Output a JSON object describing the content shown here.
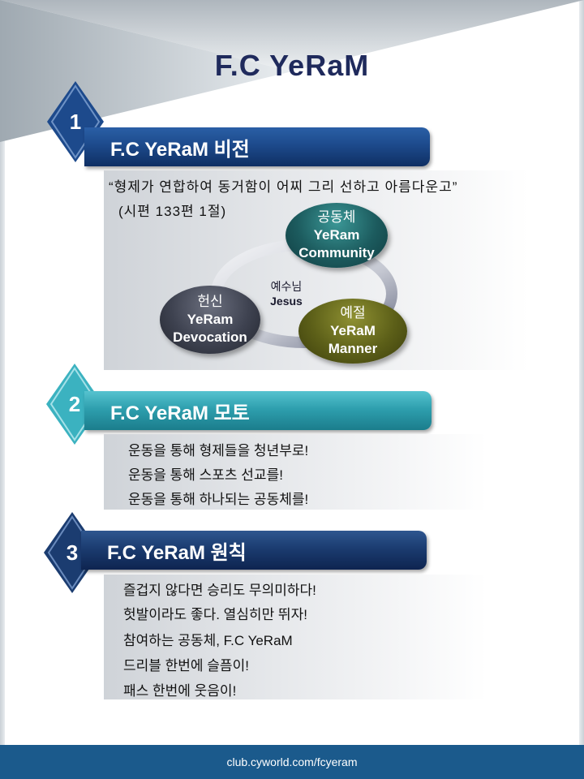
{
  "title": "F.C YeRaM",
  "sections": [
    {
      "number": "1",
      "heading": "F.C YeRaM 비전"
    },
    {
      "number": "2",
      "heading": "F.C YeRaM 모토"
    },
    {
      "number": "3",
      "heading": "F.C YeRaM 원칙"
    }
  ],
  "vision": {
    "quote_line1": "“형제가 연합하여 동거함이 어찌 그리 선하고 아름다운고”",
    "quote_line2": "(시편 133편 1절)",
    "center": {
      "ko": "예수님",
      "en": "Jesus"
    },
    "circles": [
      {
        "ko": "공동체",
        "en1": "YeRam",
        "en2": "Community"
      },
      {
        "ko": "헌신",
        "en1": "YeRam",
        "en2": "Devocation"
      },
      {
        "ko": "예절",
        "en1": "YeRaM",
        "en2": "Manner"
      }
    ]
  },
  "motto": [
    "운동을 통해 형제들을 청년부로!",
    "운동을 통해 스포츠 선교를!",
    "운동을 통해 하나되는 공동체를!"
  ],
  "principles": [
    "즐겁지 않다면 승리도 무의미하다!",
    "헛발이라도 좋다. 열심히만 뛰자!",
    "참여하는 공동체, F.C YeRaM",
    "드리블 한번에 슬픔이!",
    "패스 한번에 웃음이!"
  ],
  "footer": "club.cyworld.com/fcyeram",
  "colors": {
    "title": "#1f2a5c",
    "section1": "#1d4a8c",
    "section2": "#2e9fae",
    "section3": "#1b3c70",
    "footer": "#1b5a8c"
  }
}
